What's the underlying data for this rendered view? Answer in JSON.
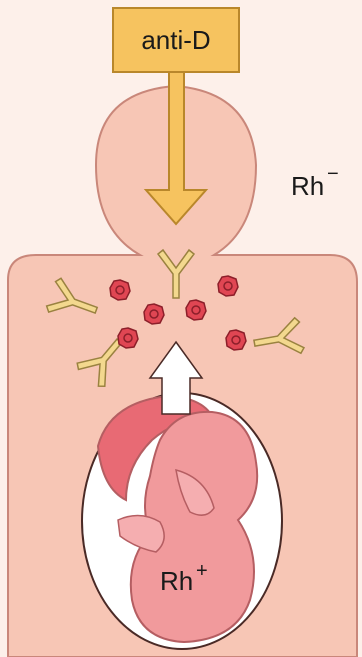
{
  "drug_label": "anti-D",
  "mother_label": {
    "base": "Rh",
    "sign": "−"
  },
  "fetus_label": {
    "base": "Rh",
    "sign": "+"
  },
  "colors": {
    "background": "#fdf0ea",
    "body": "#f7c6b5",
    "body_outline": "#c9877a",
    "label_box": "#f6c35f",
    "label_box_outline": "#b9872b",
    "arrow_down": "#f6c35f",
    "arrow_up": "#ffffff",
    "antibody": "#f3d88e",
    "antibody_outline": "#9a8240",
    "red_cell": "#e04653",
    "red_cell_outline": "#8c1f2a",
    "fetus": "#f19a9c",
    "fetus_outline": "#b55e62",
    "placenta": "#e86a74",
    "sac": "#ffffff"
  },
  "icons": {
    "antibody": "y-shaped-antibody-icon",
    "red_cell": "rh-positive-red-cell-icon"
  }
}
